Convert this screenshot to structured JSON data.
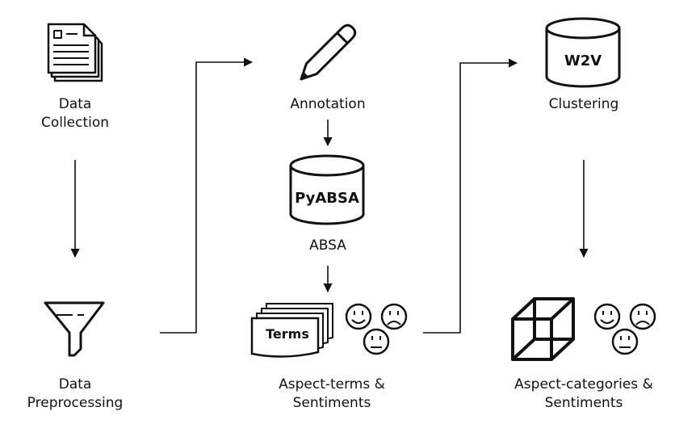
{
  "nodes": {
    "data_collection": {
      "line1": "Data",
      "line2": "Collection"
    },
    "data_preprocessing": {
      "line1": "Data",
      "line2": "Preprocessing"
    },
    "annotation": {
      "label": "Annotation"
    },
    "pyabsa": {
      "db_text": "PyABSA",
      "label": "ABSA"
    },
    "aspect_terms": {
      "doc_text": "Terms",
      "line1": "Aspect-terms &",
      "line2": "Sentiments"
    },
    "clustering": {
      "db_text": "W2V",
      "label": "Clustering"
    },
    "aspect_categories": {
      "line1": "Aspect-categories &",
      "line2": "Sentiments"
    }
  },
  "icons": {
    "data_collection": "document-icon",
    "annotation": "pencil-icon",
    "data_preprocessing": "funnel-icon",
    "pyabsa": "database-icon",
    "aspect_terms": "stacked-documents-icon",
    "clustering": "database-icon",
    "aspect_categories": "cube-icon",
    "sentiments": "emoji-faces-icon"
  },
  "colors": {
    "stroke": "#111111",
    "background": "#ffffff"
  }
}
